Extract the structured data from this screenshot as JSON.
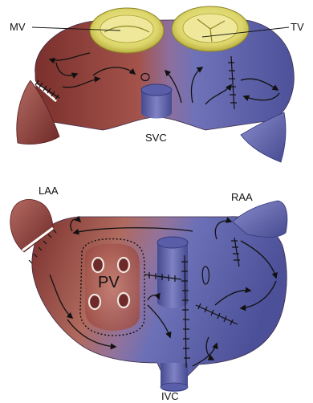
{
  "labels": {
    "mv": "MV",
    "tv": "TV",
    "svc": "SVC",
    "laa": "LAA",
    "raa": "RAA",
    "pv": "PV",
    "ivc": "IVC"
  },
  "colors": {
    "left_atrium": "#9e4a45",
    "left_atrium_dark": "#6e2a28",
    "right_atrium": "#6d6fb6",
    "right_atrium_dark": "#464a90",
    "valve_ring": "#d9d36a",
    "valve_ring_dark": "#b3a93a",
    "ink": "#111111"
  }
}
